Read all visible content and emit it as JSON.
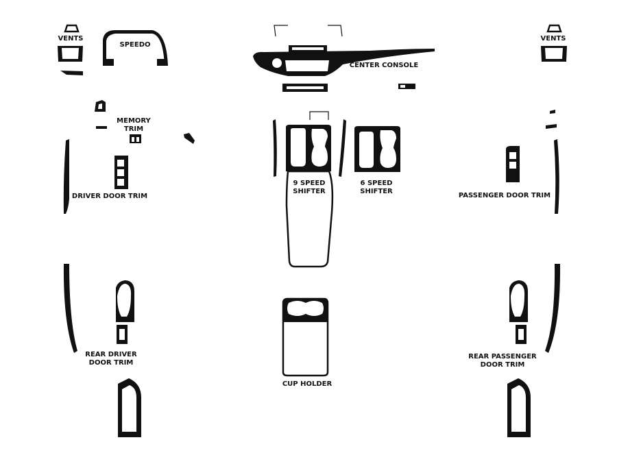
{
  "colors": {
    "trim": "#111111",
    "background": "#ffffff"
  },
  "labels": {
    "vents_left": "VENTS",
    "speedo": "SPEEDO",
    "center_console": "CENTER CONSOLE",
    "vents_right": "VENTS",
    "memory_trim": [
      "MEMORY",
      "TRIM"
    ],
    "driver_door_trim": "DRIVER DOOR TRIM",
    "nine_speed_shifter": [
      "9 SPEED",
      "SHIFTER"
    ],
    "six_speed_shifter": [
      "6 SPEED",
      "SHIFTER"
    ],
    "passenger_door_trim": "PASSENGER DOOR TRIM",
    "rear_driver_door_trim": [
      "REAR DRIVER",
      "DOOR TRIM"
    ],
    "cup_holder": "CUP HOLDER",
    "rear_passenger_door_trim": [
      "REAR PASSENGER",
      "DOOR TRIM"
    ]
  }
}
